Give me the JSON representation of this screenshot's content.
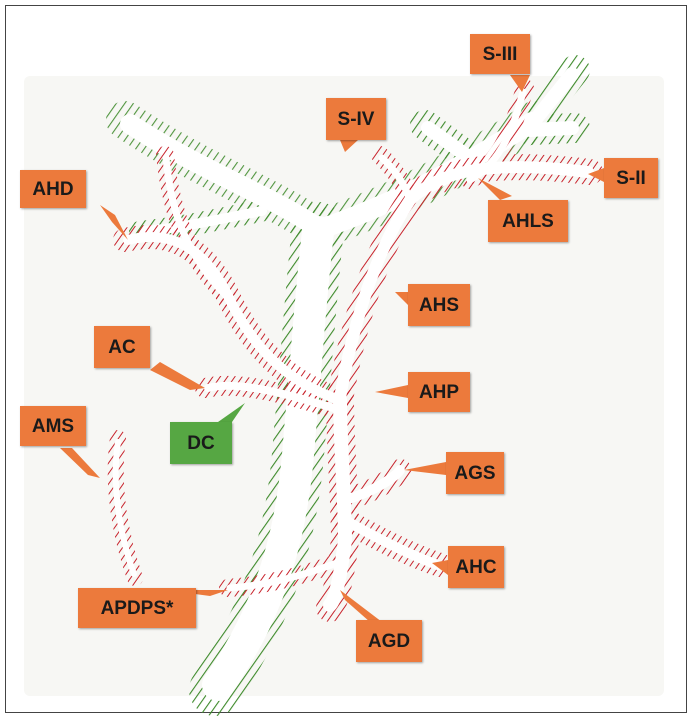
{
  "labels": {
    "s3": "S-III",
    "s4": "S-IV",
    "s2": "S-II",
    "ahd": "AHD",
    "ahls": "AHLS",
    "ahs": "AHS",
    "ac": "AC",
    "ahp": "AHP",
    "dc": "DC",
    "ams": "AMS",
    "ags": "AGS",
    "ahc": "AHC",
    "apdps": "APDPS*",
    "agd": "AGD"
  },
  "colors": {
    "label_fill": "#ec7a3c",
    "dc_label_fill": "#56a743",
    "artery_stroke": "#c8232c",
    "duct_stroke": "#3d8a2a",
    "vessel_fill": "#ffffff"
  }
}
